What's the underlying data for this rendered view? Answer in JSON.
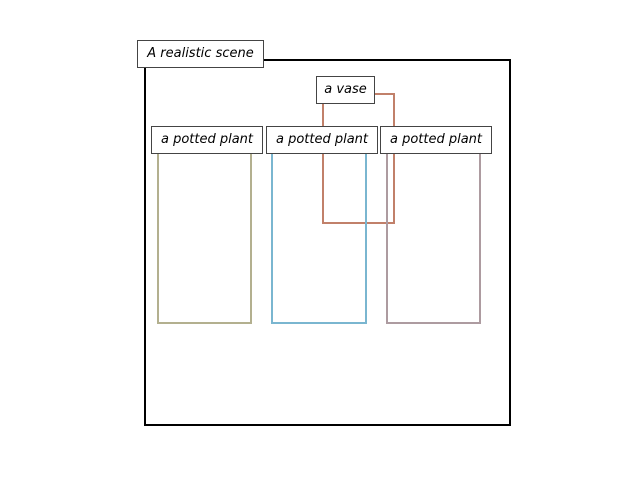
{
  "scene": {
    "label": "A realistic scene",
    "color": "#000000"
  },
  "objects": [
    {
      "label": "a vase",
      "color": "#c1806a"
    },
    {
      "label": "a potted plant",
      "color": "#b3b08f"
    },
    {
      "label": "a potted plant",
      "color": "#7ab6d0"
    },
    {
      "label": "a potted plant",
      "color": "#ad9ba0"
    }
  ]
}
